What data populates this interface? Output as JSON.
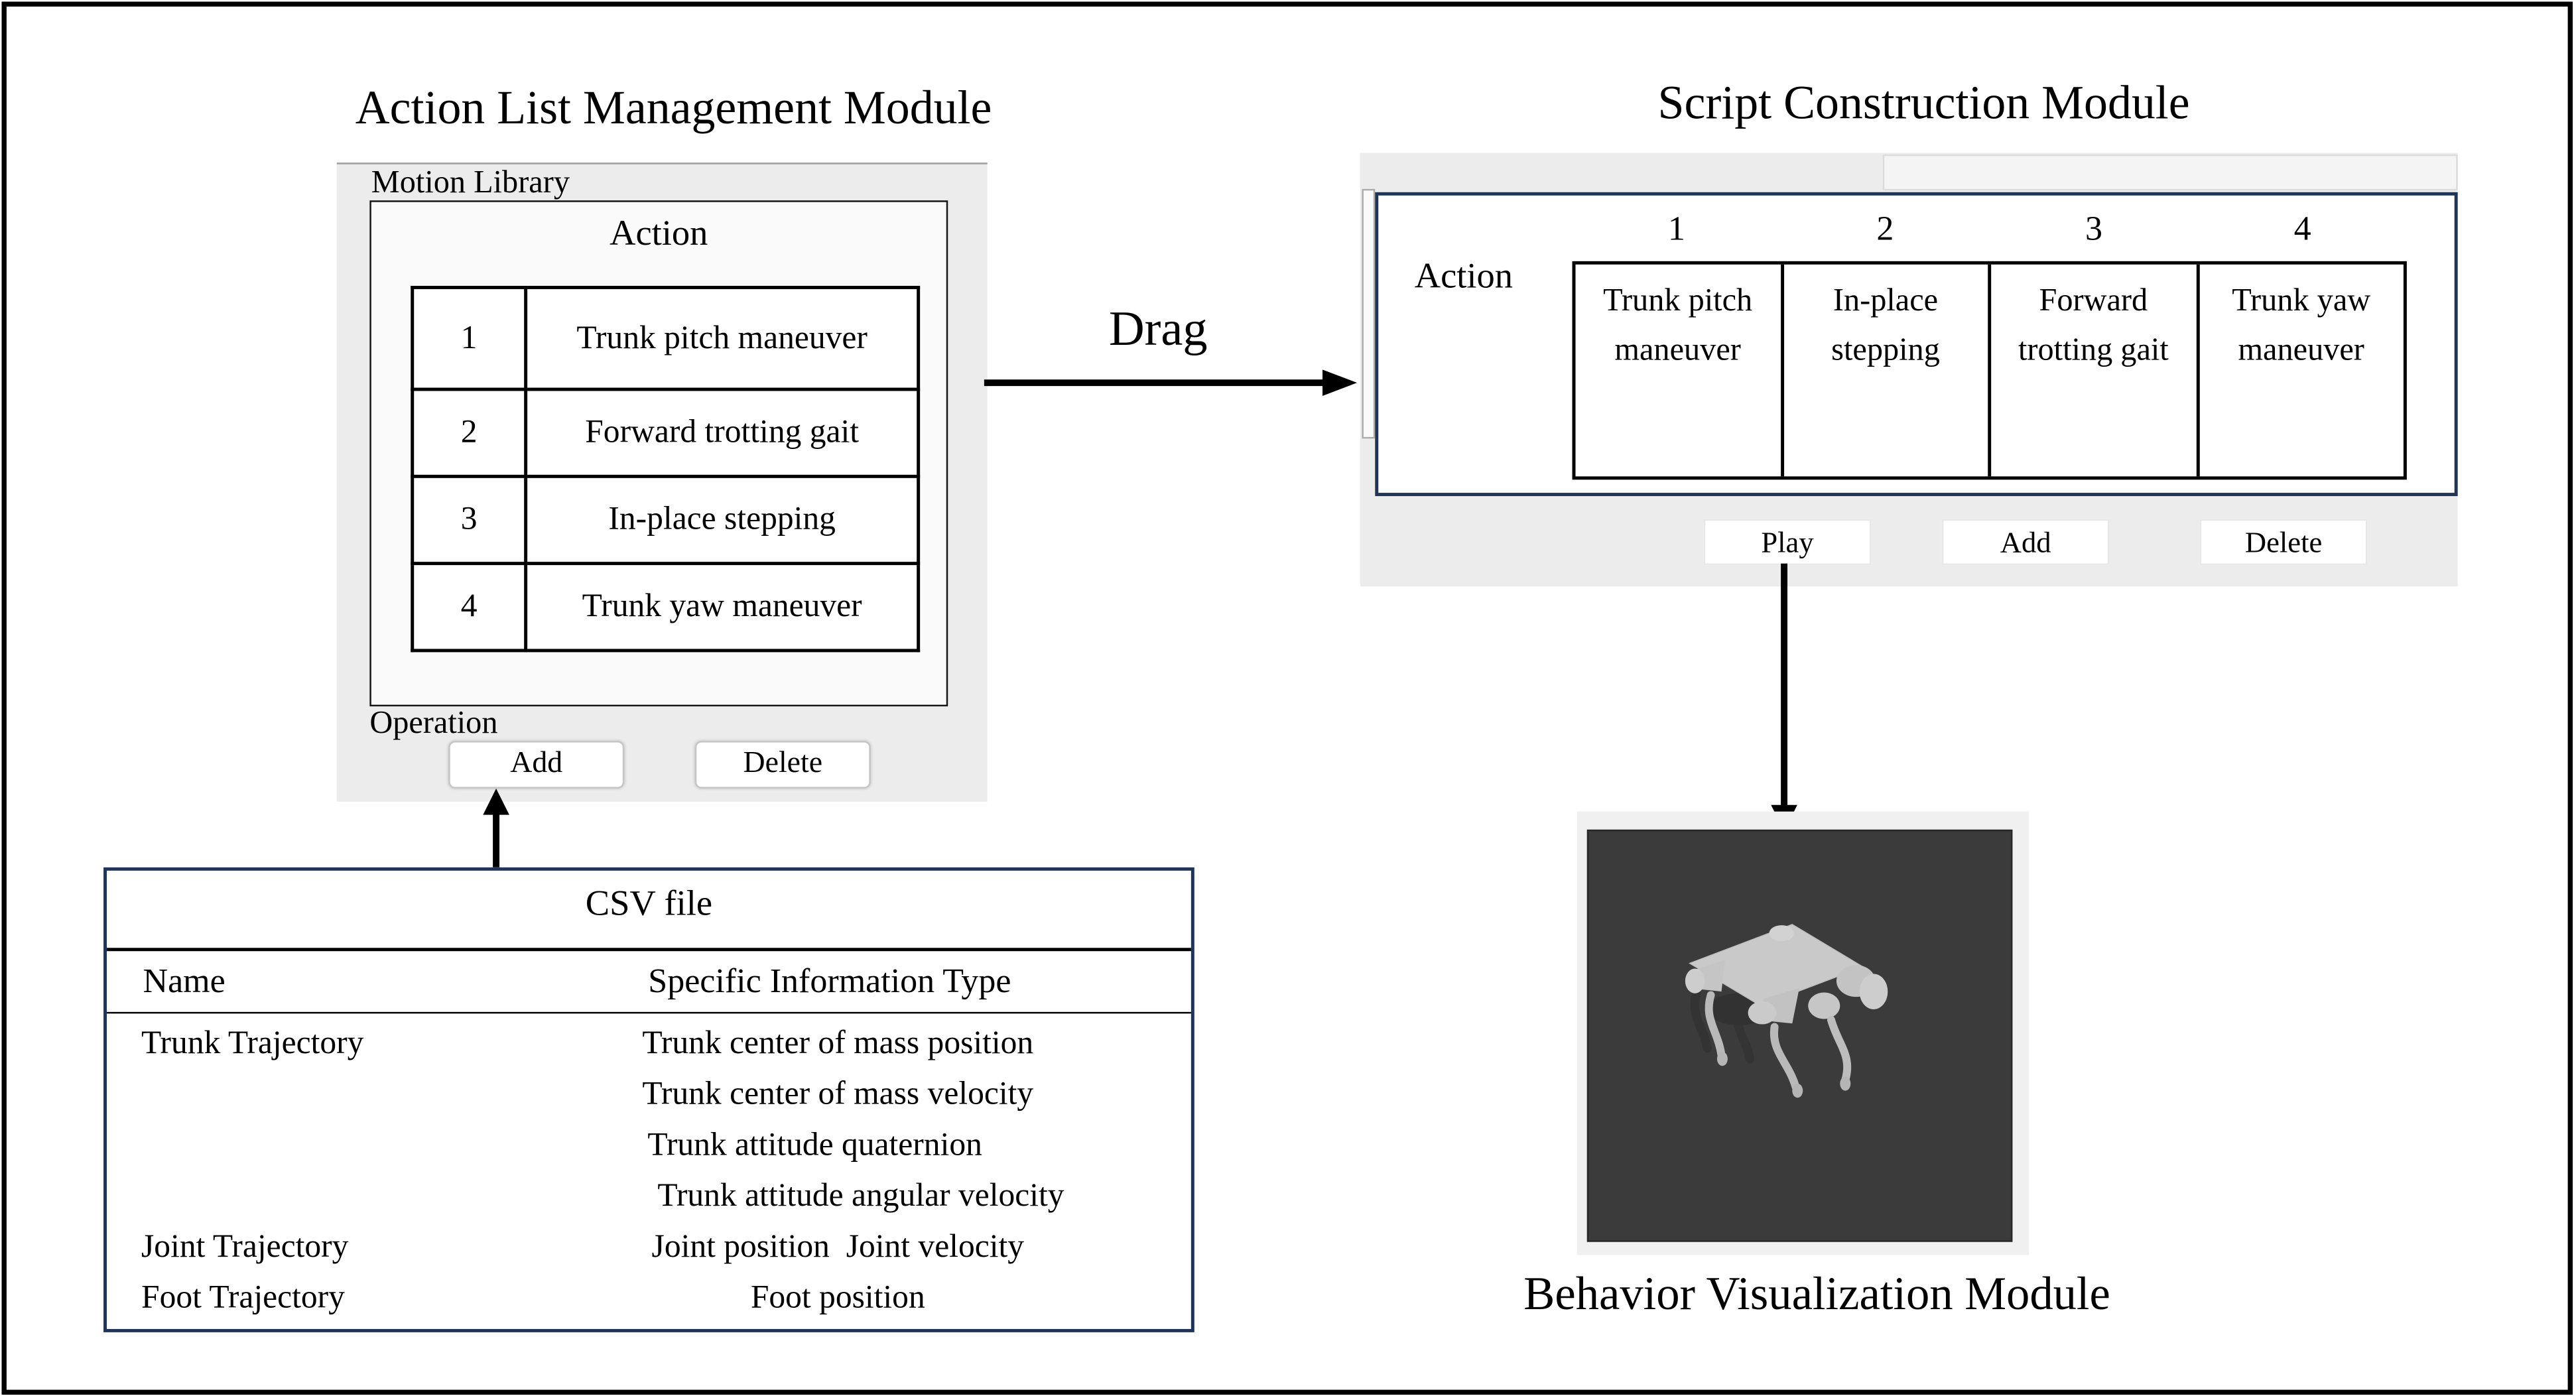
{
  "titles": {
    "action_list": "Action List Management Module",
    "script_construction": "Script Construction Module",
    "behavior_visualization": "Behavior Visualization Module"
  },
  "motion_library": {
    "group_label": "Motion Library",
    "table_header": "Action",
    "rows": [
      {
        "index": "1",
        "action": "Trunk pitch maneuver"
      },
      {
        "index": "2",
        "action": "Forward trotting gait"
      },
      {
        "index": "3",
        "action": "In-place stepping"
      },
      {
        "index": "4",
        "action": "Trunk yaw maneuver"
      }
    ],
    "operation_label": "Operation",
    "buttons": {
      "add": "Add",
      "delete": "Delete"
    }
  },
  "drag_label": "Drag",
  "script_module": {
    "row_label": "Action",
    "columns": [
      {
        "index": "1",
        "action": "Trunk pitch maneuver"
      },
      {
        "index": "2",
        "action": "In-place stepping"
      },
      {
        "index": "3",
        "action": "Forward trotting gait"
      },
      {
        "index": "4",
        "action": "Trunk yaw maneuver"
      }
    ],
    "buttons": {
      "play": "Play",
      "add": "Add",
      "delete": "Delete"
    }
  },
  "csv_table": {
    "title": "CSV file",
    "headers": {
      "name": "Name",
      "type": "Specific Information Type"
    },
    "rows": [
      {
        "name": "Trunk Trajectory",
        "types": [
          "Trunk center of mass position",
          "Trunk center of mass velocity",
          "Trunk attitude quaternion",
          "Trunk attitude angular velocity"
        ]
      },
      {
        "name": "Joint Trajectory",
        "types": [
          "Joint position  Joint velocity"
        ]
      },
      {
        "name": "Foot Trajectory",
        "types": [
          "Foot position"
        ]
      }
    ]
  },
  "colors": {
    "navy_border": "#1f3457",
    "panel_gray": "#ececec",
    "viewport_dark": "#3b3b3b",
    "robot_gray": "#c9c9c9"
  }
}
